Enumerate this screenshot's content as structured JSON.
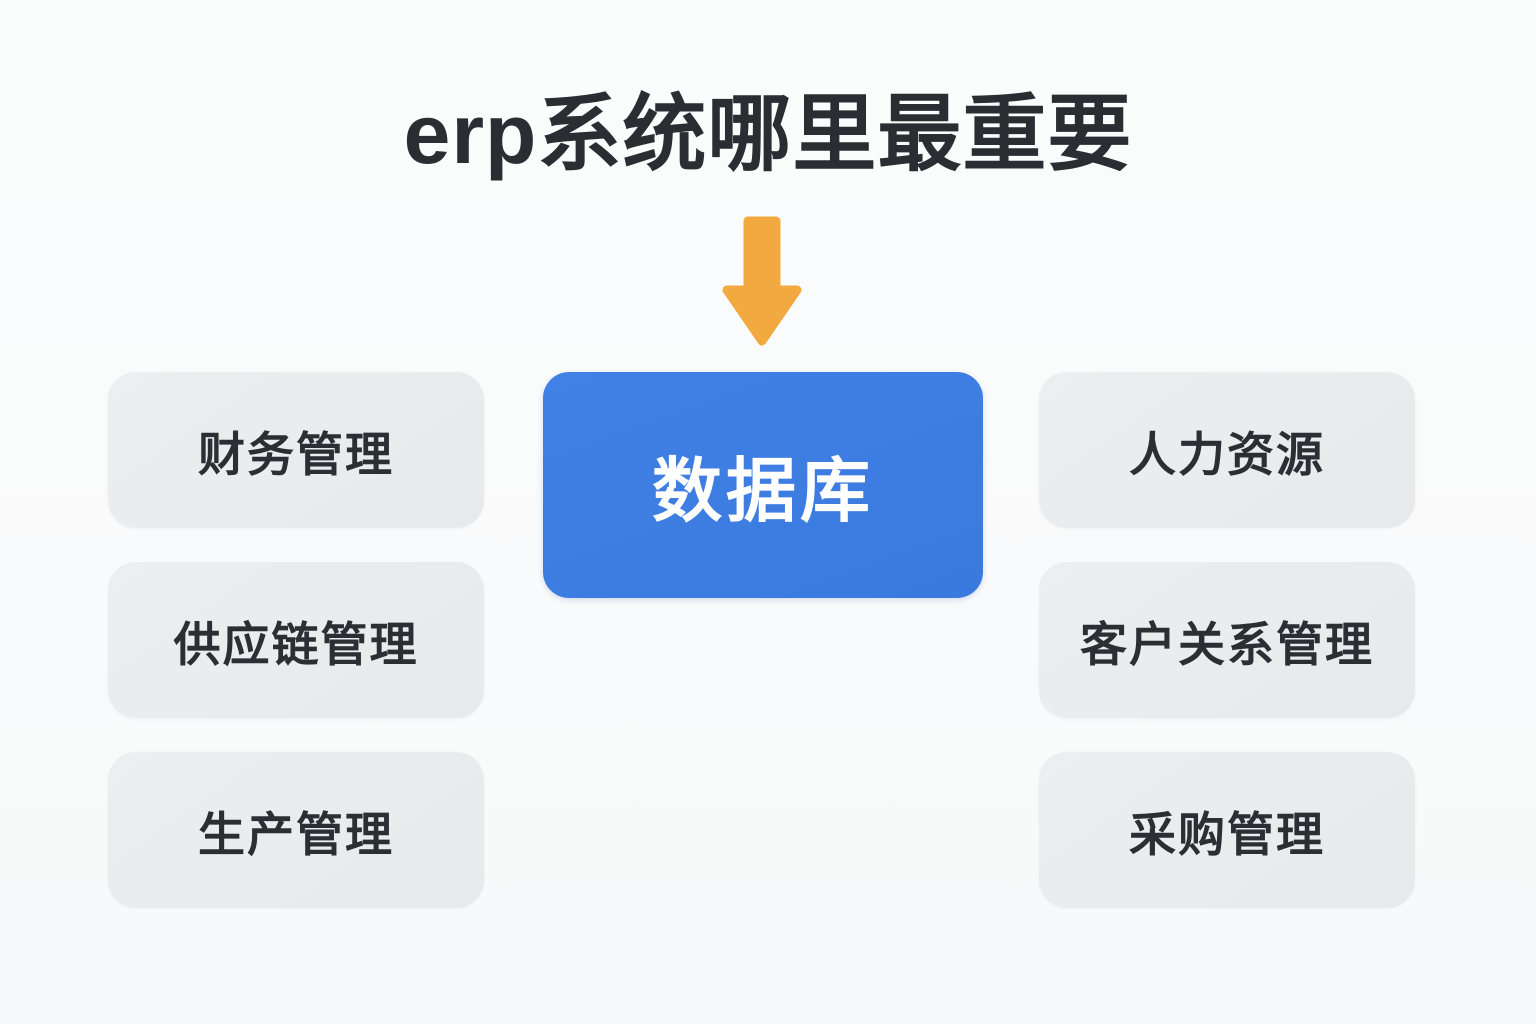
{
  "title": "erp系统哪里最重要",
  "arrow": {
    "icon": "arrow-down-icon",
    "direction": "down",
    "color": "#F2A93F"
  },
  "center_node": {
    "label": "数据库",
    "bg_color": "#3C7CE1",
    "text_color": "#FFFFFF"
  },
  "left_modules": [
    {
      "label": "财务管理"
    },
    {
      "label": "供应链管理"
    },
    {
      "label": "生产管理"
    }
  ],
  "right_modules": [
    {
      "label": "人力资源"
    },
    {
      "label": "客户关系管理"
    },
    {
      "label": "采购管理"
    }
  ],
  "colors": {
    "background": "#FBFCFC",
    "module_bg": "#E9EBED",
    "module_text": "#2B2E33",
    "title_text": "#2A2D31",
    "accent_blue": "#3C7CE1",
    "arrow_orange": "#F2A93F"
  }
}
